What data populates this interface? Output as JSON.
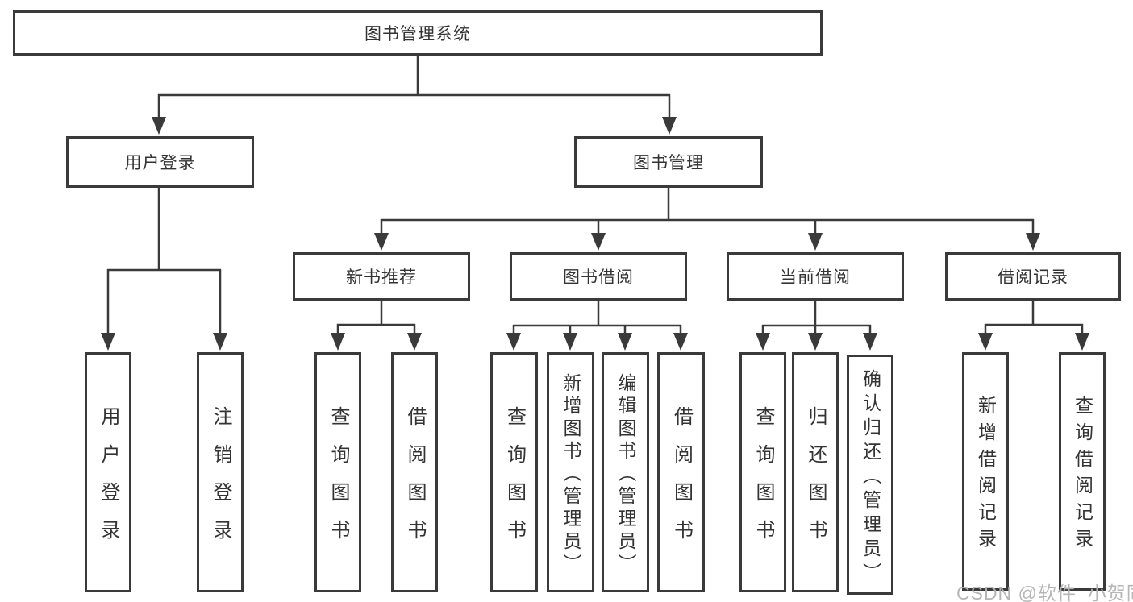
{
  "diagram": {
    "colors": {
      "background": "#ffffff",
      "box_fill": "#ffffff",
      "box_border": "#3a3a3a",
      "line": "#3a3a3a",
      "text": "#333333",
      "watermark": "#b2b2b2"
    },
    "watermark": "CSDN @软件_小贺同学",
    "nodes": {
      "root": {
        "label": "图书管理系统"
      },
      "user_login": {
        "label": "用户登录"
      },
      "book_management": {
        "label": "图书管理"
      },
      "leaf_user_login": {
        "label": "用户登录"
      },
      "leaf_logout": {
        "label": "注销登录"
      },
      "new_book_recommend": {
        "label": "新书推荐"
      },
      "book_borrowing": {
        "label": "图书借阅"
      },
      "current_borrowing": {
        "label": "当前借阅"
      },
      "borrow_records": {
        "label": "借阅记录"
      },
      "nbr_query_books": {
        "label": "查询图书"
      },
      "nbr_borrow_books": {
        "label": "借阅图书"
      },
      "bb_query_books": {
        "label": "查询图书"
      },
      "bb_add_books": {
        "label": "新增图书（管理员）"
      },
      "bb_edit_books": {
        "label": "编辑图书（管理员）"
      },
      "bb_borrow_books": {
        "label": "借阅图书"
      },
      "cb_query_books": {
        "label": "查询图书"
      },
      "cb_return_books": {
        "label": "归还图书"
      },
      "cb_confirm_return": {
        "label": "确认归还（管理员）"
      },
      "br_add_record": {
        "label": "新增借阅记录"
      },
      "br_query_record": {
        "label": "查询借阅记录"
      }
    },
    "hierarchy": {
      "图书管理系统": [
        "用户登录",
        "图书管理"
      ],
      "用户登录": [
        "用户登录",
        "注销登录"
      ],
      "图书管理": [
        "新书推荐",
        "图书借阅",
        "当前借阅",
        "借阅记录"
      ],
      "新书推荐": [
        "查询图书",
        "借阅图书"
      ],
      "图书借阅": [
        "查询图书",
        "新增图书（管理员）",
        "编辑图书（管理员）",
        "借阅图书"
      ],
      "当前借阅": [
        "查询图书",
        "归还图书",
        "确认归还（管理员）"
      ],
      "借阅记录": [
        "新增借阅记录",
        "查询借阅记录"
      ]
    }
  }
}
